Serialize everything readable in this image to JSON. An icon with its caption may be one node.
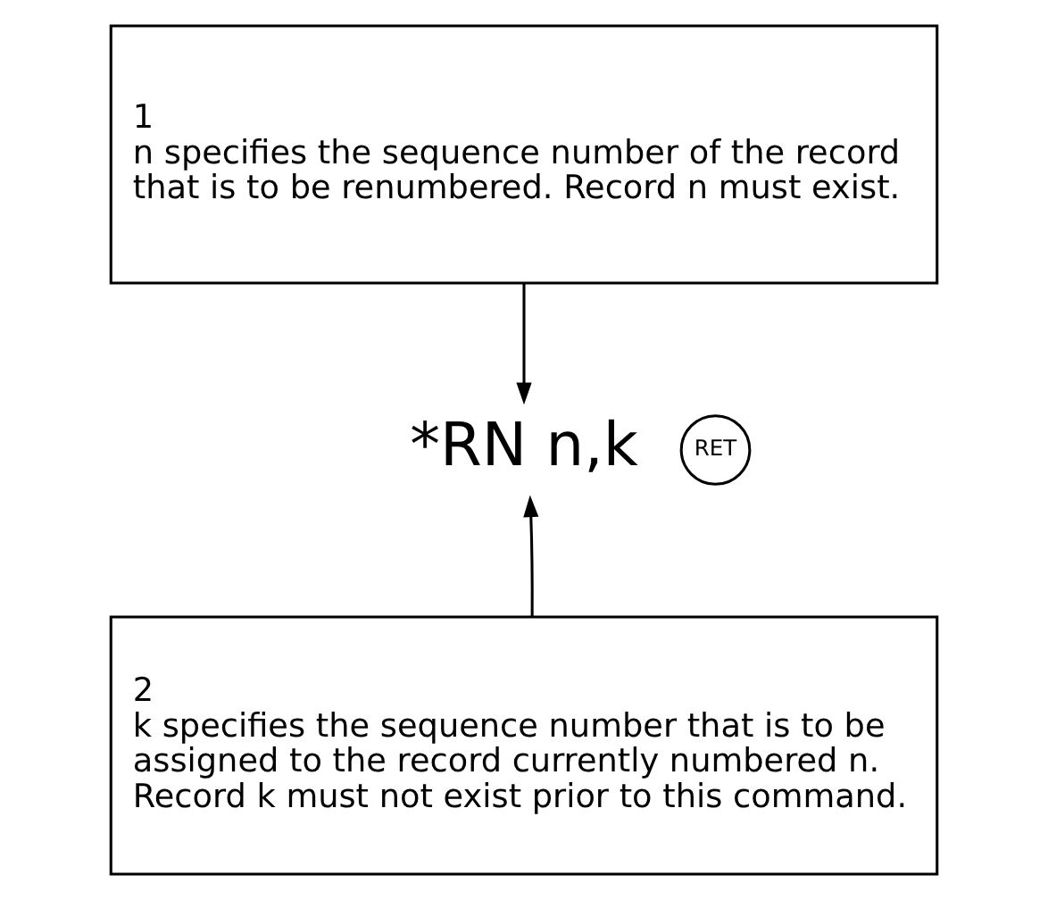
{
  "diagram": {
    "nodes": [
      {
        "text": [
          "1",
          "n specifies the sequence number of the record that is to be renumbered. Record n must exist."
        ]
      },
      {
        "text": [
          "*RN n,k"
        ]
      },
      {
        "text": [
          "RET"
        ]
      },
      {
        "text": [
          "2",
          "k specifies the sequence number that is to be assigned to the record currently numbered n. Record k must not exist prior to this command."
        ]
      }
    ],
    "edges": [
      {
        "from": 0,
        "to": 1,
        "arrow": "to"
      },
      {
        "from": 3,
        "to": 1,
        "arrow": "to"
      }
    ]
  }
}
